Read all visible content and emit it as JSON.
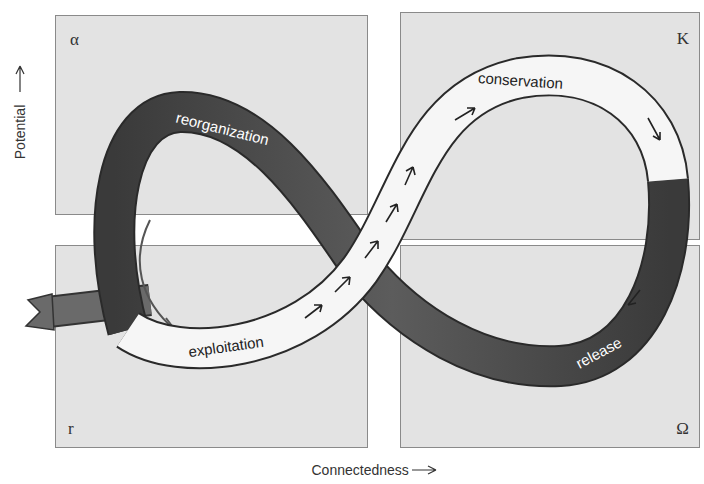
{
  "diagram": {
    "nodes": [
      {
        "text": [
          "α"
        ]
      },
      {
        "text": [
          "K"
        ]
      },
      {
        "text": [
          "r"
        ]
      },
      {
        "text": [
          "Ω"
        ]
      }
    ],
    "labels": [
      "reorganization",
      "conservation",
      "exploitation",
      "release",
      "Potential",
      "Connectedness"
    ]
  }
}
